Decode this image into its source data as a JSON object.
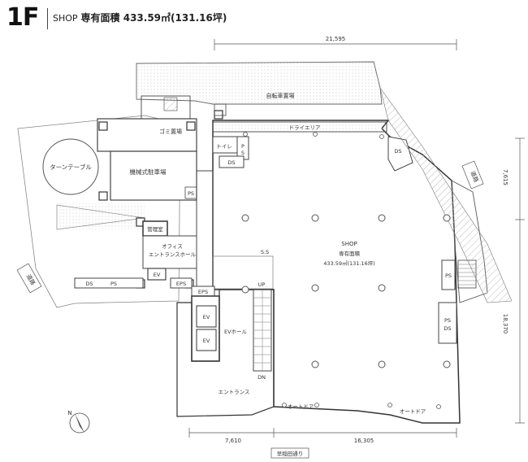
{
  "header": {
    "floor": "1F",
    "shop": "SHOP",
    "area_text": "専有面積 433.59㎡(131.16坪)"
  },
  "dimensions": {
    "top": "21,595",
    "right_upper": "7,615",
    "right_lower": "18,370",
    "bottom_left": "7,610",
    "bottom_right": "16,305"
  },
  "rooms": {
    "bicycle": "自転車置場",
    "garbage": "ゴミ置場",
    "dry_area": "ドライエリア",
    "toilet": "トイレ",
    "ds": "DS",
    "ps": "PS",
    "turntable": "ターンテーブル",
    "parking": "機械式駐車場",
    "manager": "管理室",
    "office_entrance": "オフィス\nエントランスホール",
    "ev": "EV",
    "eps": "EPS",
    "ss": "S.S",
    "up": "UP",
    "dn": "DN",
    "ev_hall": "EVホール",
    "entrance": "エントランス",
    "shop_title": "SHOP",
    "shop_area_label": "専有面積",
    "shop_area": "433.59㎡(131.16坪)",
    "auto_door": "オートドア",
    "ps_ds": "PS\nDS"
  },
  "roads": {
    "right": "道路",
    "left": "道路",
    "bottom": "早稲田通り"
  },
  "compass": {
    "north": "N"
  }
}
